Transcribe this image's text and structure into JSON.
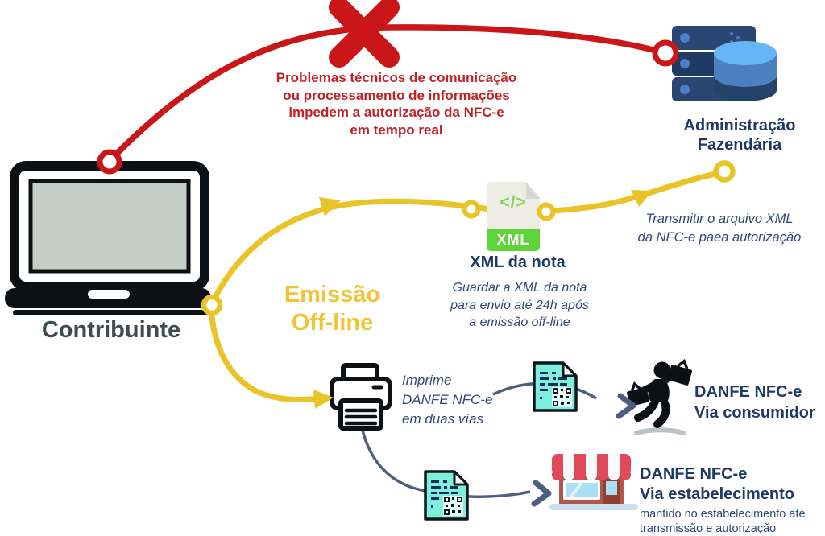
{
  "colors": {
    "red": "#cb1619",
    "redText": "#c32125",
    "yellow": "#e9c428",
    "yellowText": "#f0c433",
    "navyTitle": "#1f3a66",
    "navyText": "#2f4875",
    "slate": "#3f4b4c",
    "lineNavy": "#4d5e7e",
    "teal": "#7df0dd",
    "green": "#5fd43a",
    "greenGlyph": "#86d44e"
  },
  "error_note": {
    "line1": "Problemas técnicos de comunicação",
    "line2": "ou processamento de informações",
    "line3_prefix": "impedem a ",
    "line3_emphasis": "autorização da NFC-e",
    "line4": "em tempo real"
  },
  "admin": {
    "line1": "Administração",
    "line2": "Fazendária"
  },
  "contribuinte": {
    "label": "Contribuinte"
  },
  "emissao": {
    "line1": "Emissão",
    "line2": "Off-line"
  },
  "xml_file": {
    "glyph": "</>",
    "badge": "XML",
    "title": "XML da nota",
    "note1": "Guardar a XML da nota",
    "note2": "para envio até 24h após",
    "note3": "a emissão off-line"
  },
  "transmit": {
    "line1": "Transmitir o arquivo XML",
    "line2": "da NFC-e paea autorização"
  },
  "printer": {
    "line1": "Imprime",
    "line2": "DANFE NFC-e",
    "line3": "em duas vías"
  },
  "consumer": {
    "title": "DANFE NFC-e",
    "subtitle": "Via consumidor"
  },
  "establishment": {
    "title": "DANFE NFC-e",
    "subtitle": "Via estabelecimento",
    "note1": "mantido no estabelecimento até",
    "note2": "transmissão e autorização"
  }
}
